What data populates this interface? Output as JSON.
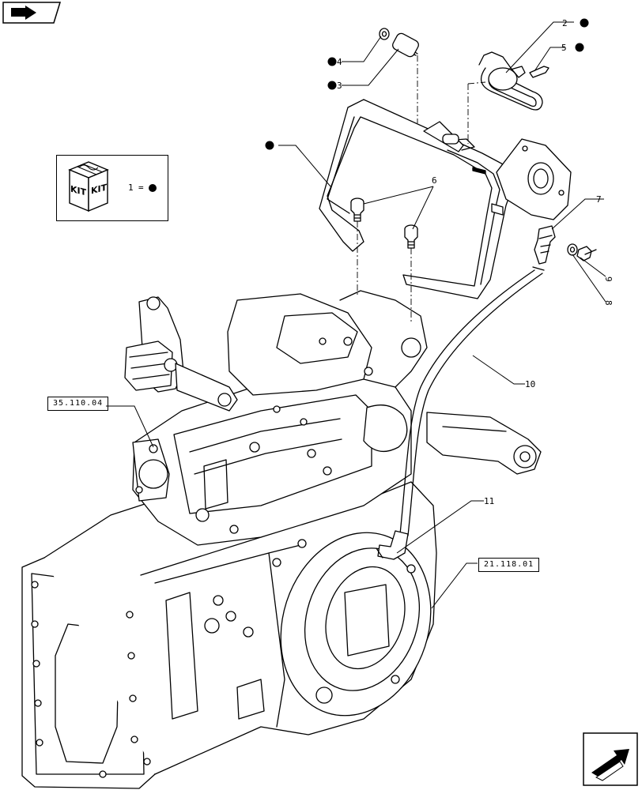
{
  "references": {
    "ref_left": "35.110.04",
    "ref_right": "21.118.01"
  },
  "callouts": {
    "c1": "1",
    "c2": "2",
    "c3": "3",
    "c4": "4",
    "c5": "5",
    "c6": "6",
    "c7": "7",
    "c8": "8",
    "c9": "9",
    "c10": "10",
    "c11": "11"
  },
  "kit": {
    "label_top": "KIT",
    "label_bottom": "KIT",
    "legend_equals": "="
  },
  "icons": {
    "top_left": "navigation-back-icon",
    "bottom_right": "next-page-arrow-icon"
  }
}
